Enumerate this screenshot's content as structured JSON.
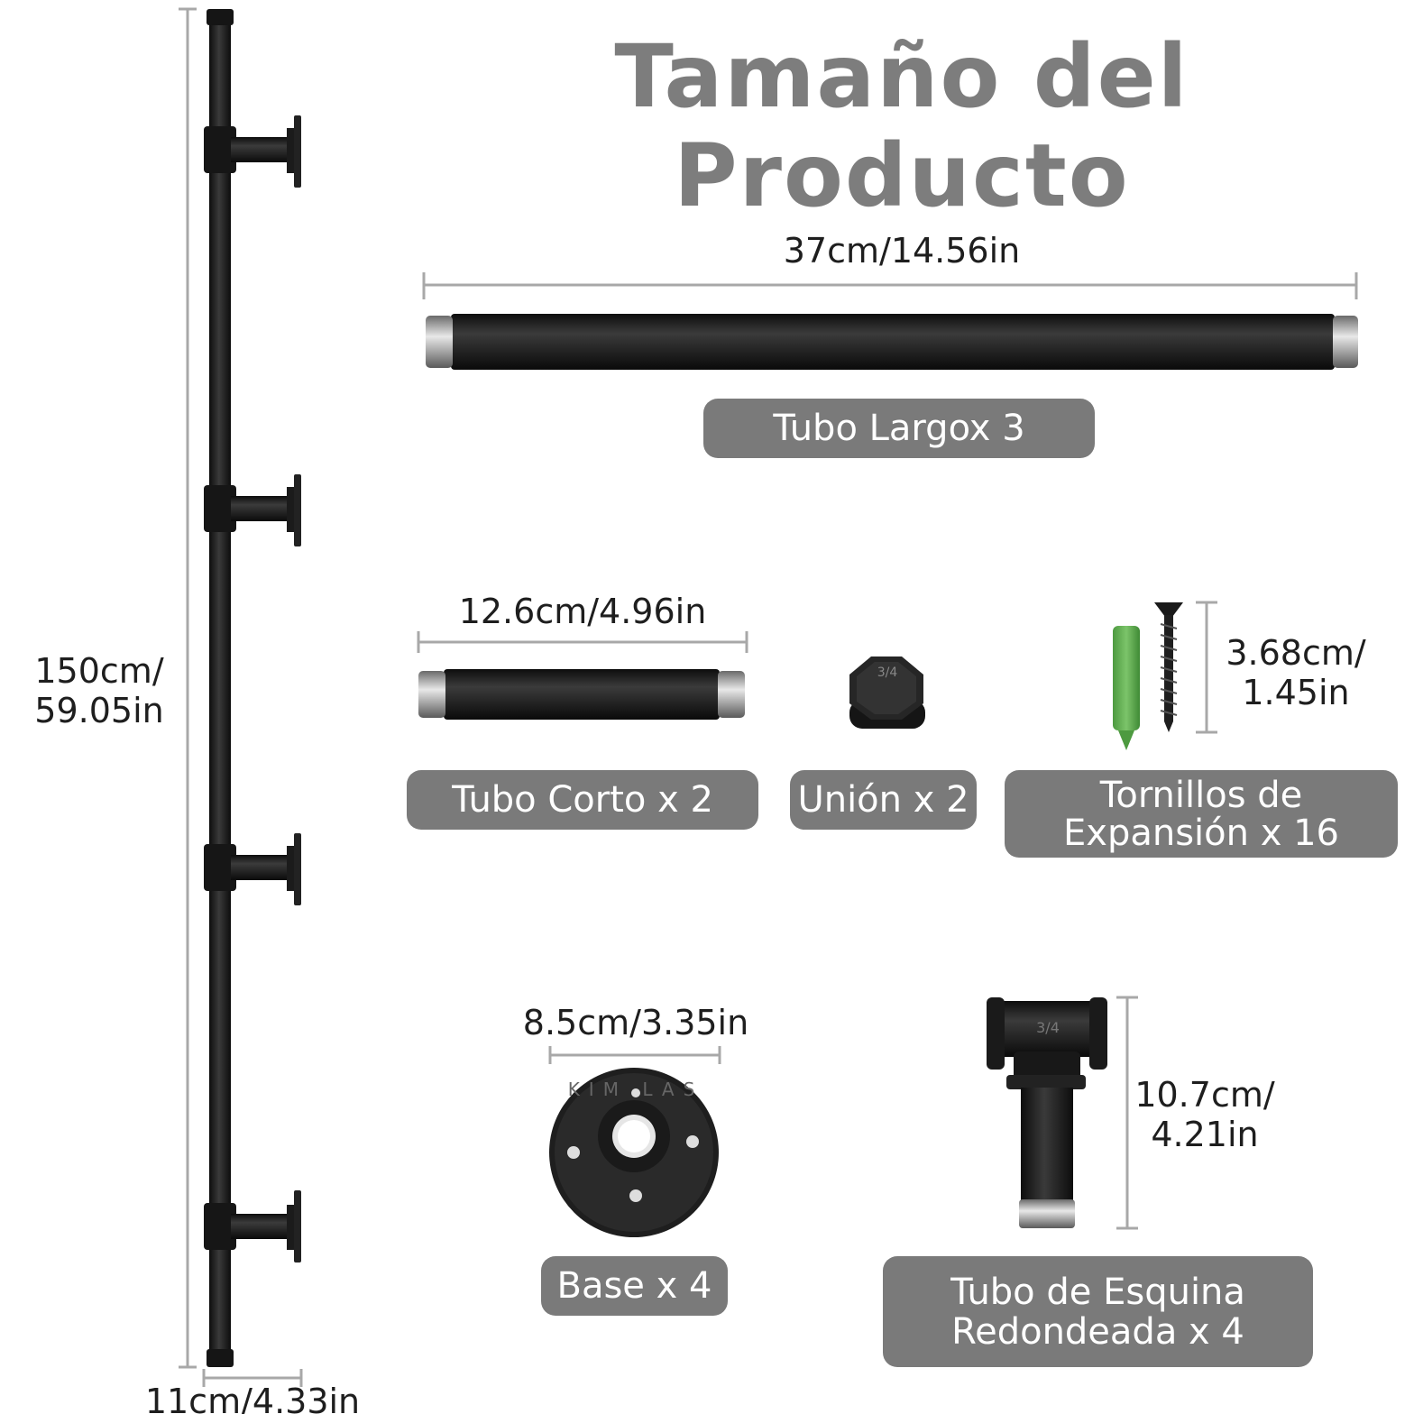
{
  "title": "Tamaño del Producto",
  "dimensions": {
    "total_height_line1": "150cm/",
    "total_height_line2": "59.05in",
    "total_depth": "11cm/4.33in",
    "long_tube": "37cm/14.56in",
    "short_tube": "12.6cm/4.96in",
    "screw_line1": "3.68cm/",
    "screw_line2": "1.45in",
    "base": "8.5cm/3.35in",
    "corner_line1": "10.7cm/",
    "corner_line2": "4.21in"
  },
  "labels": {
    "long_tube": "Tubo Largox 3",
    "short_tube": "Tubo Corto  x 2",
    "union": "Unión x 2",
    "screws_line1": "Tornillos de",
    "screws_line2": "Expansión  x 16",
    "base": "Base x 4",
    "corner_line1": "Tubo de Esquina",
    "corner_line2": "Redondeada x 4"
  },
  "markings": {
    "union_fraction": "3/4",
    "tee_fraction": "3/4",
    "flange_brand": "KIM LAS"
  },
  "colors": {
    "title": "#7d7d7d",
    "label_bg": "#7a7a7a",
    "label_text": "#ffffff",
    "pipe": "#1c1c1c",
    "dimension_line": "#a8a8a8",
    "anchor": "#5fa84f"
  }
}
